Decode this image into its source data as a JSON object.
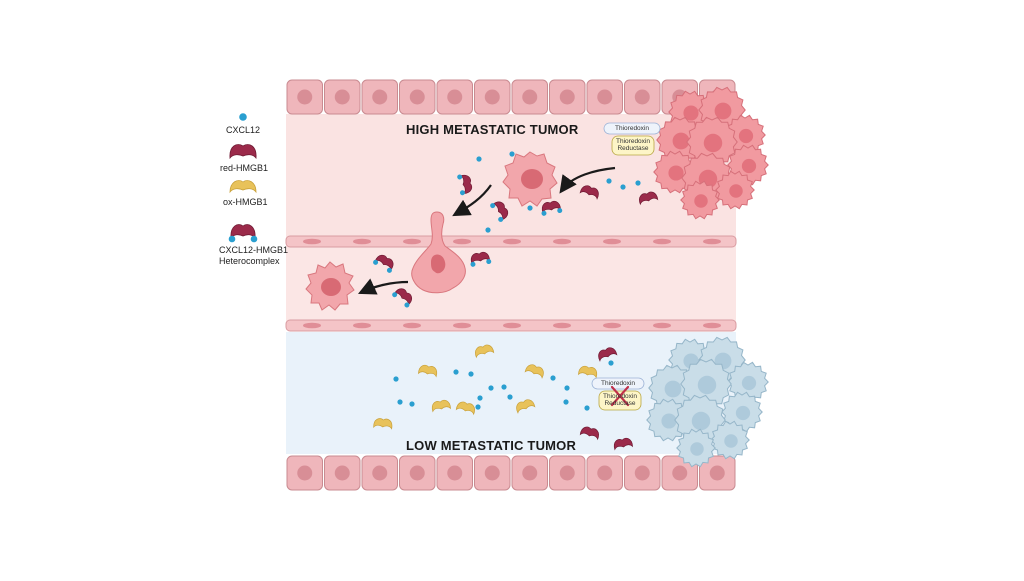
{
  "legend": {
    "cxcl12": "CXCL12",
    "red_hmgb1": "red-HMGB1",
    "ox_hmgb1": "ox-HMGB1",
    "heterocomplex_line1": "CXCL12-HMGB1",
    "heterocomplex_line2": "Heterocomplex"
  },
  "high": {
    "title": "HIGH METASTATIC TUMOR",
    "thioredoxin": "Thioredoxin",
    "reductase_line1": "Thioredoxin",
    "reductase_line2": "Reductase"
  },
  "low": {
    "title": "LOW METASTATIC TUMOR",
    "thioredoxin": "Thioredoxin",
    "reductase_line1": "Thioredoxin",
    "reductase_line2": "Reductase"
  },
  "colors": {
    "cxcl12": "#2a9fd0",
    "red_hmgb1": "#9b2a4a",
    "ox_hmgb1": "#e8c25a",
    "high_bg": "#fae3e2",
    "low_bg": "#e9f2fa",
    "endothelial": "#efb6bb",
    "tumor_high": "#f19aa0",
    "tumor_low": "#c9dde8"
  }
}
